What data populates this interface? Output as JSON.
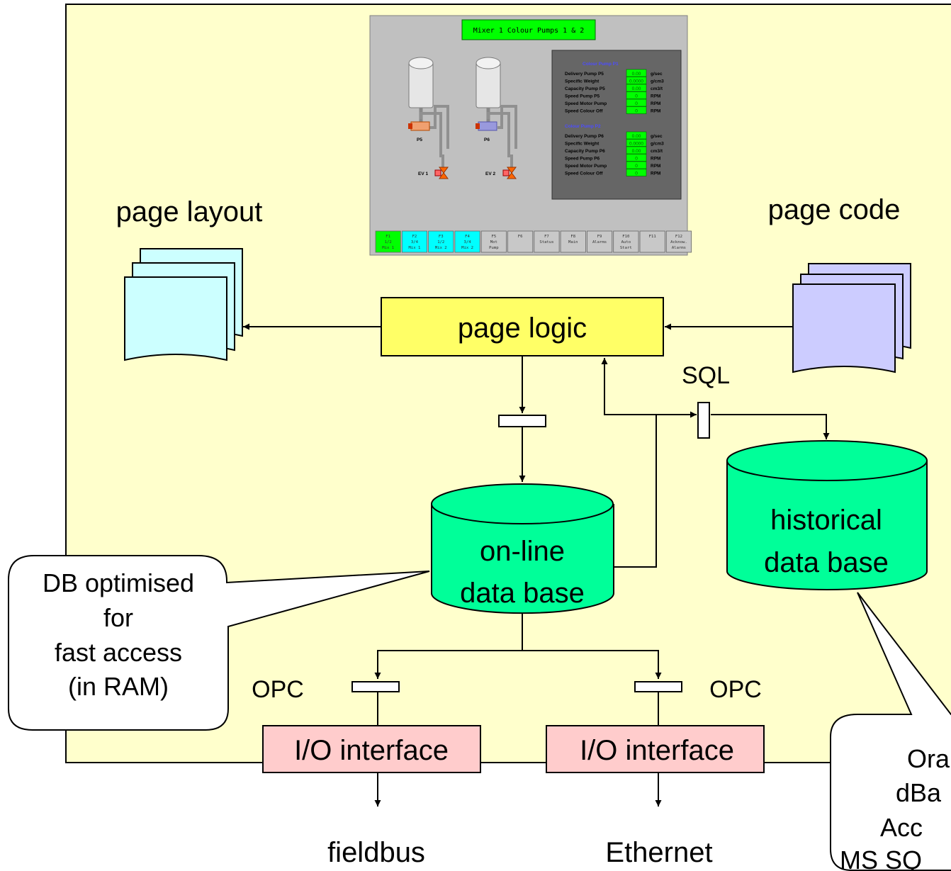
{
  "colors": {
    "panel_bg": "#ffffcc",
    "page_logic_fill": "#ffff66",
    "database_fill": "#00ff99",
    "io_fill": "#ffcccc",
    "page_layout_fill": "#ccffff",
    "page_code_fill": "#ccccff",
    "screen_bg": "#c0c0c0",
    "screen_title_bg": "#00ff00",
    "field_green": "#00ff00",
    "key_cyan": "#00ffff"
  },
  "labels": {
    "page_layout": "page layout",
    "page_code": "page code",
    "page_logic": "page logic",
    "sql": "SQL",
    "online_db": [
      "on-line",
      "data base"
    ],
    "historical_db": [
      "historical",
      "data base"
    ],
    "opc_left": "OPC",
    "opc_right": "OPC",
    "io_left": "I/O interface",
    "io_right": "I/O interface",
    "fieldbus": "fieldbus",
    "ethernet": "Ethernet"
  },
  "callouts": {
    "db_optimised": [
      "DB optimised",
      "for",
      "fast access",
      "(in RAM)"
    ],
    "historical_products": [
      "Ora",
      "dBa",
      "Acc",
      "MS SQ"
    ]
  },
  "screen": {
    "title": "Mixer 1 Colour Pumps 1 & 2",
    "pump_labels": [
      "P5",
      "P6"
    ],
    "valve_labels": [
      "EV 1",
      "EV 2"
    ],
    "pump1": {
      "heading": "Colour Pump P1",
      "rows": [
        {
          "label": "Delivery Pump P5",
          "value": "0.00",
          "unit": "g/sec"
        },
        {
          "label": "Specific Weight",
          "value": "0.0000",
          "unit": "g/cm3"
        },
        {
          "label": "Capacity Pump P5",
          "value": "0.00",
          "unit": "cm3/t"
        },
        {
          "label": "Speed Pump P5",
          "value": "0",
          "unit": "RPM"
        },
        {
          "label": "Speed Motor Pump",
          "value": "0",
          "unit": "RPM"
        },
        {
          "label": "Speed Colour Off",
          "value": "0",
          "unit": "RPM"
        }
      ]
    },
    "pump2": {
      "heading": "Colour Pump P2",
      "rows": [
        {
          "label": "Delivery Pump P6",
          "value": "0.00",
          "unit": "g/sec"
        },
        {
          "label": "Specific Weight",
          "value": "0.0000",
          "unit": "g/cm3"
        },
        {
          "label": "Capacity Pump P6",
          "value": "0.00",
          "unit": "cm3/t"
        },
        {
          "label": "Speed Pump P6",
          "value": "0",
          "unit": "RPM"
        },
        {
          "label": "Speed Motor Pump",
          "value": "0",
          "unit": "RPM"
        },
        {
          "label": "Speed Colour Off",
          "value": "0",
          "unit": "RPM"
        }
      ]
    },
    "function_keys": [
      {
        "lines": [
          "F1",
          "1/2",
          "Mix 1"
        ],
        "color": "#00ff00"
      },
      {
        "lines": [
          "F2",
          "3/4",
          "Mix 1"
        ],
        "color": "#00ffff"
      },
      {
        "lines": [
          "F3",
          "1/2",
          "Mix 2"
        ],
        "color": "#00ffff"
      },
      {
        "lines": [
          "F4",
          "3/4",
          "Mix 2"
        ],
        "color": "#00ffff"
      },
      {
        "lines": [
          "F5",
          "Mot",
          "Pump"
        ],
        "color": "#c8c8c8"
      },
      {
        "lines": [
          "F6"
        ],
        "color": "#c8c8c8"
      },
      {
        "lines": [
          "F7",
          "Status"
        ],
        "color": "#c8c8c8"
      },
      {
        "lines": [
          "F8",
          "Main"
        ],
        "color": "#c8c8c8"
      },
      {
        "lines": [
          "F9",
          "Alarms"
        ],
        "color": "#c8c8c8"
      },
      {
        "lines": [
          "F10",
          "Auto",
          "Start"
        ],
        "color": "#c8c8c8"
      },
      {
        "lines": [
          "F11"
        ],
        "color": "#c8c8c8"
      },
      {
        "lines": [
          "F12",
          "Acknow.",
          "Alarms"
        ],
        "color": "#c8c8c8"
      }
    ]
  }
}
